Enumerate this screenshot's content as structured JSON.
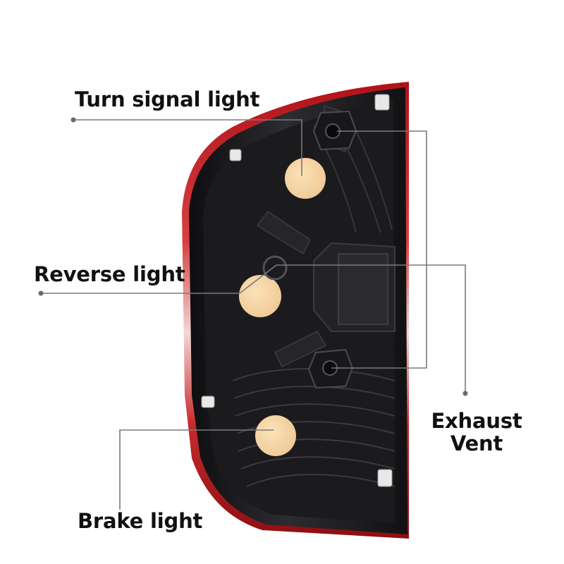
{
  "labels": {
    "turn_signal": "Turn signal light",
    "reverse": "Reverse light",
    "brake": "Brake light",
    "exhaust_line1": "Exhaust",
    "exhaust_line2": "Vent"
  },
  "colors": {
    "housing_dark": "#141416",
    "housing_mid": "#2a2a2e",
    "lens_red": "#c0161c",
    "bulb_fill": "#f3d3a3",
    "leader_line": "#7a7a7a",
    "text": "#111111"
  }
}
